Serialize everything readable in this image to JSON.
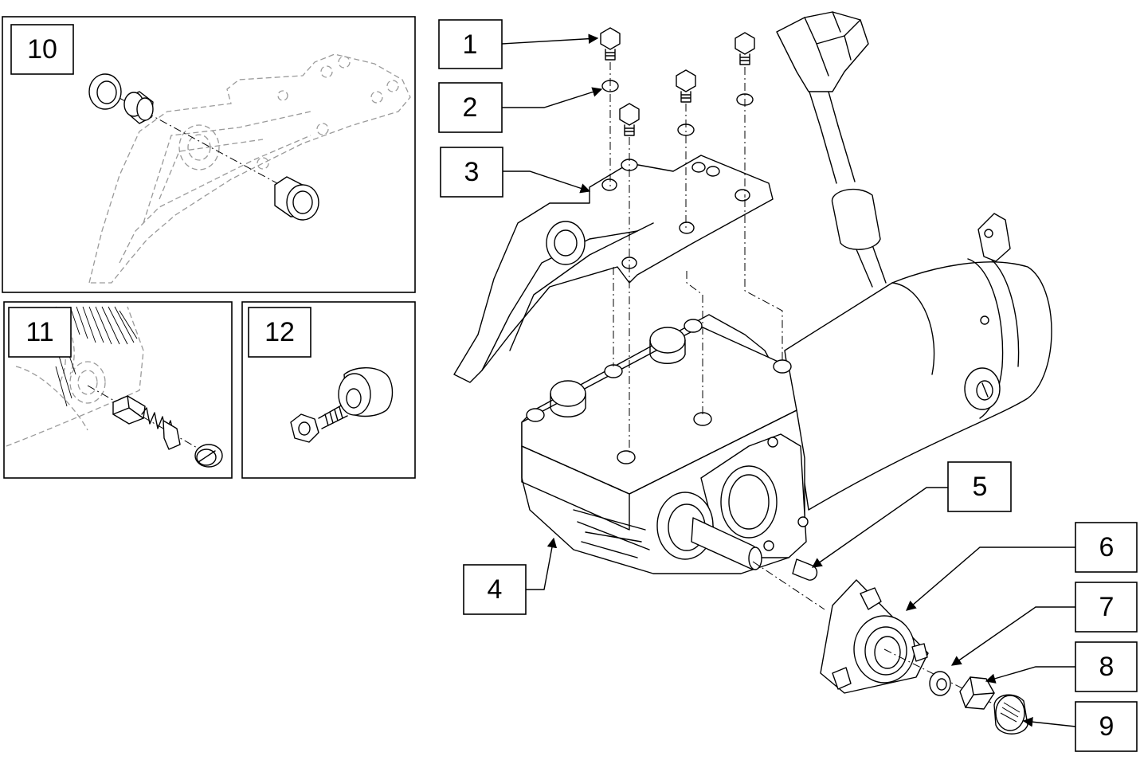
{
  "diagram": {
    "callouts": [
      {
        "id": "1",
        "text": "1",
        "part": "hex-bolt"
      },
      {
        "id": "2",
        "text": "2",
        "part": "lock-washer"
      },
      {
        "id": "3",
        "text": "3",
        "part": "motor-mount-bracket"
      },
      {
        "id": "4",
        "text": "4",
        "part": "gearbox-motor-assembly"
      },
      {
        "id": "5",
        "text": "5",
        "part": "shaft-key"
      },
      {
        "id": "6",
        "text": "6",
        "part": "wheel-hub"
      },
      {
        "id": "7",
        "text": "7",
        "part": "flat-washer"
      },
      {
        "id": "8",
        "text": "8",
        "part": "hex-nut"
      },
      {
        "id": "9",
        "text": "9",
        "part": "hub-cap"
      },
      {
        "id": "10",
        "text": "10",
        "part": "bracket-bushing-detail"
      },
      {
        "id": "11",
        "text": "11",
        "part": "motor-brush-detail"
      },
      {
        "id": "12",
        "text": "12",
        "part": "knob-nut-detail"
      }
    ]
  }
}
